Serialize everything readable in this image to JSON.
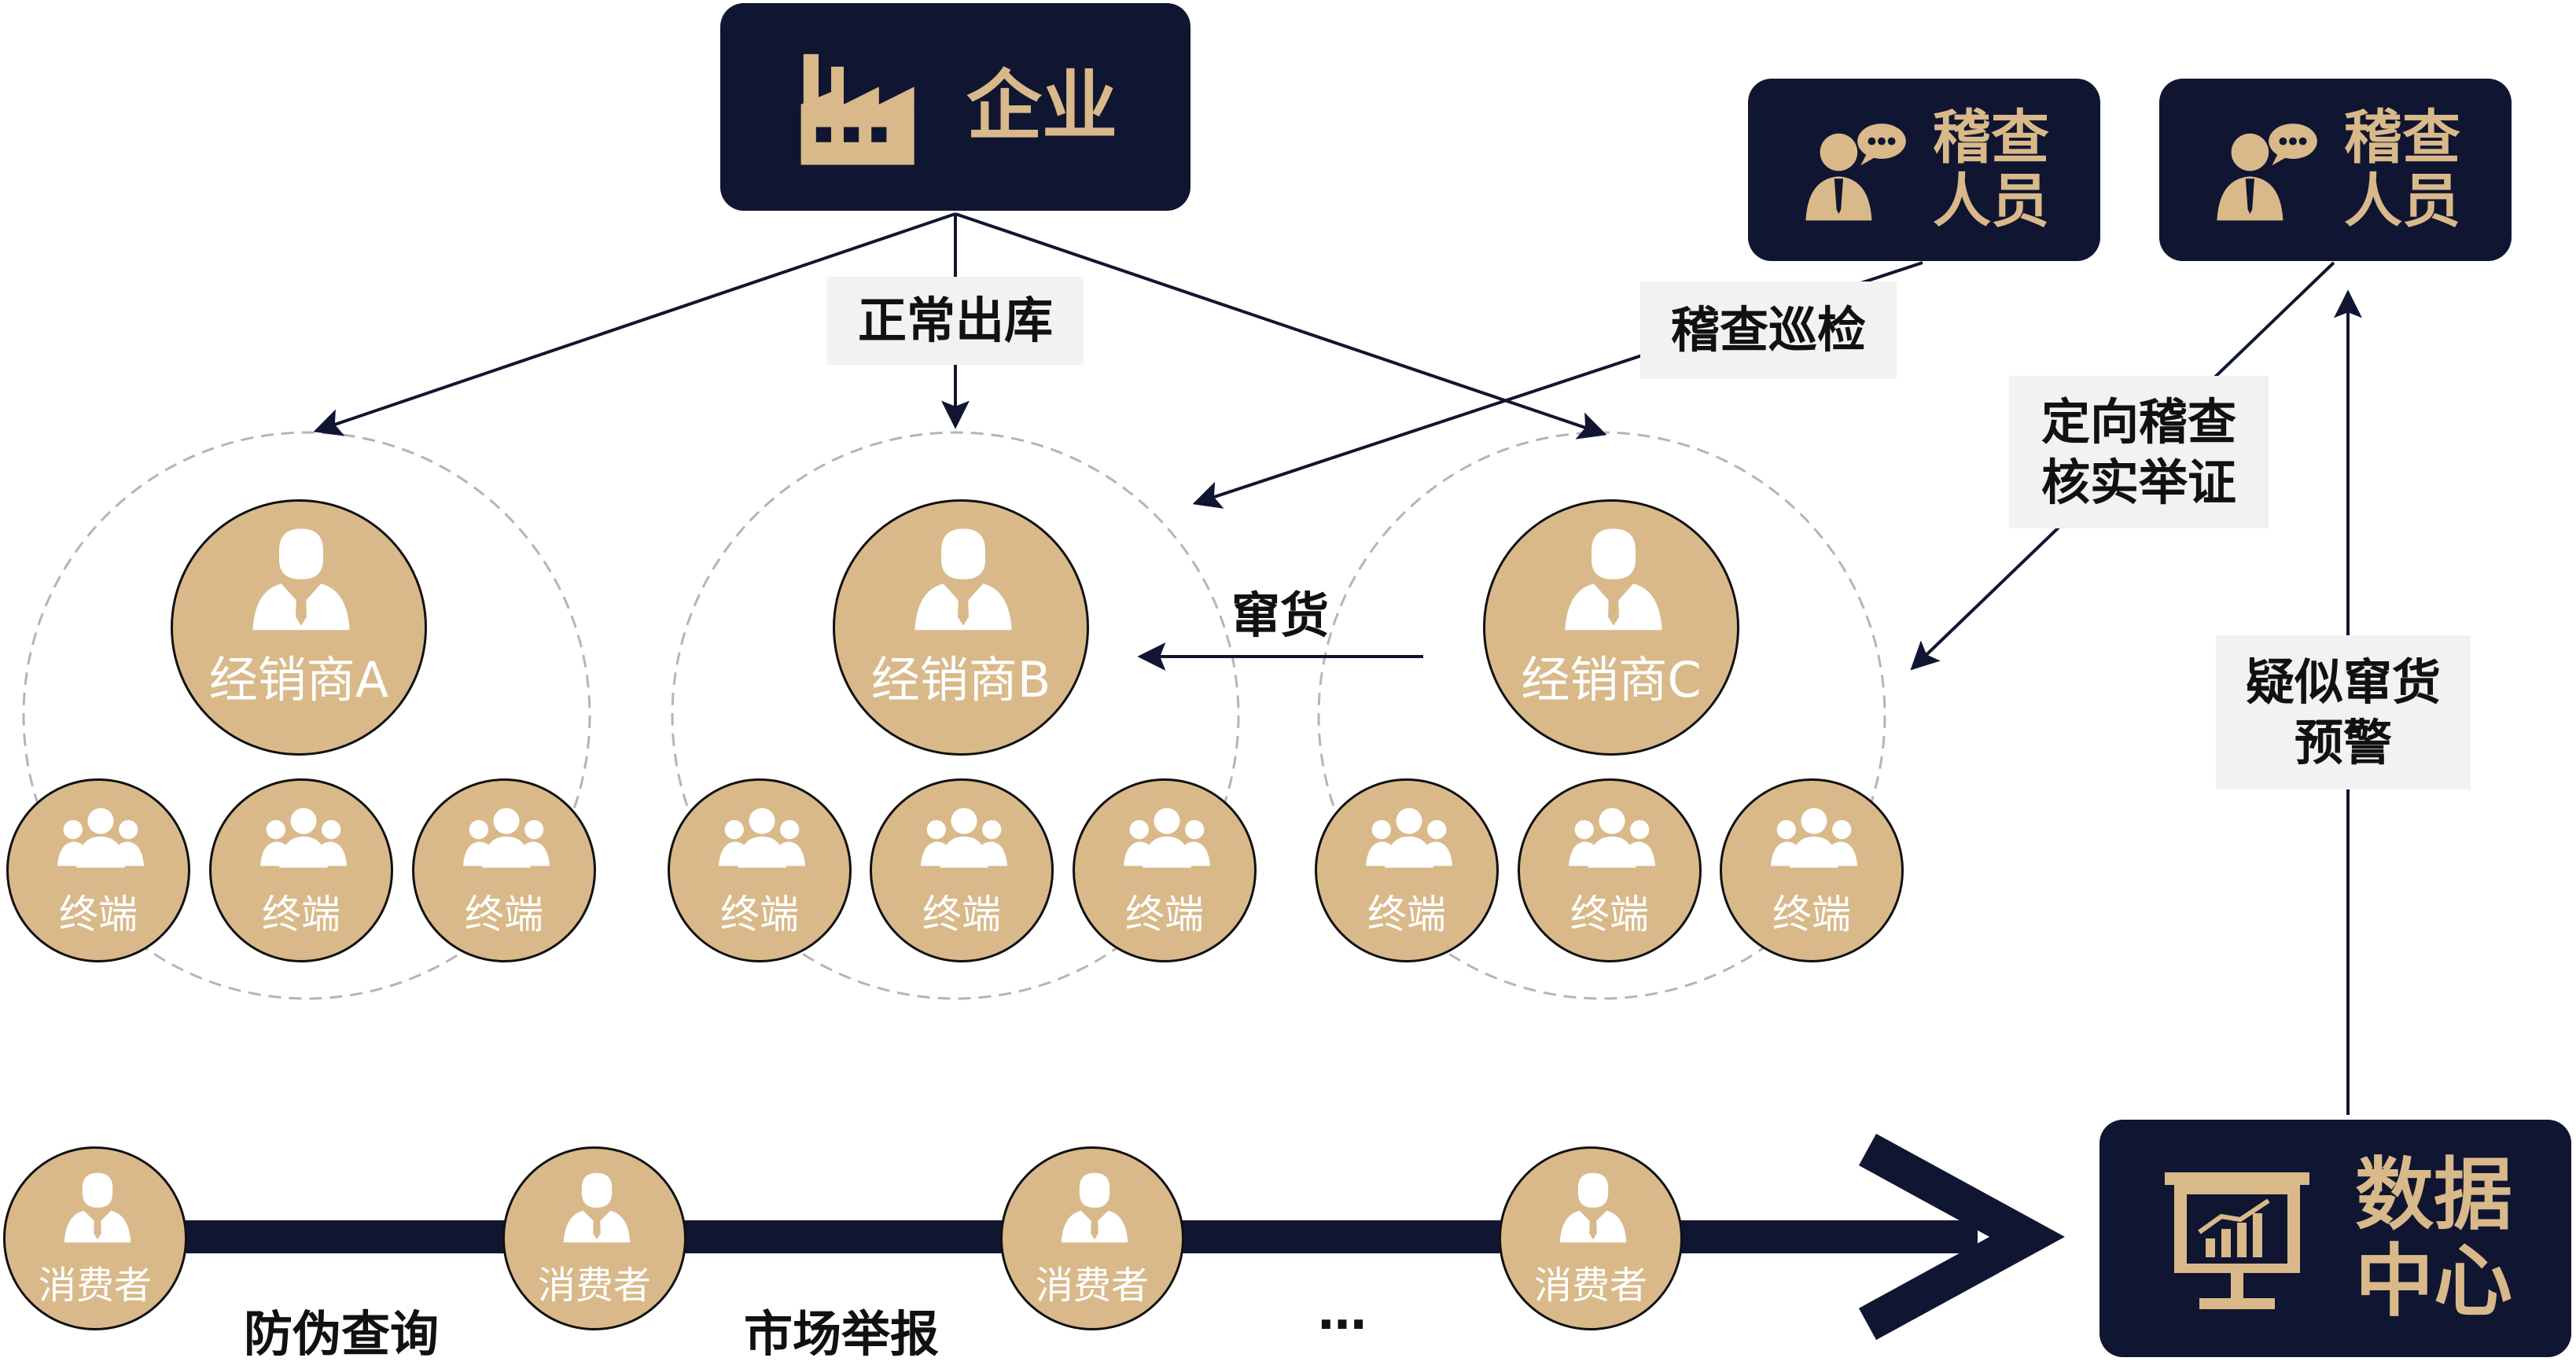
{
  "enterprise": {
    "label": "企业"
  },
  "inspectors": [
    {
      "label": "稽查\n人员"
    },
    {
      "label": "稽查\n人员"
    }
  ],
  "data_center": {
    "label": "数据\n中心"
  },
  "flow_labels": {
    "normal_outbound": "正常出库",
    "patrol": "稽查巡检",
    "targeted_check": "定向稽查\n核实举证",
    "cross_region": "窜货",
    "suspect_alert": "疑似窜货\n预警"
  },
  "distributors": [
    {
      "label": "经销商A"
    },
    {
      "label": "经销商B"
    },
    {
      "label": "经销商C"
    }
  ],
  "terminal_label": "终端",
  "consumer_label": "消费者",
  "bottom_labels": {
    "anti_counterfeit": "防伪查询",
    "market_report": "市场举报",
    "ellipsis": "…"
  },
  "colors": {
    "navy": "#101631",
    "gold": "#d9b98a",
    "tag_bg": "#f2f2f2"
  },
  "icons": {
    "enterprise": "factory-icon",
    "inspector": "inspector-chat-icon",
    "data_center": "presentation-chart-icon",
    "distributor": "businessman-icon",
    "terminal": "group-icon",
    "consumer": "person-tie-icon"
  }
}
